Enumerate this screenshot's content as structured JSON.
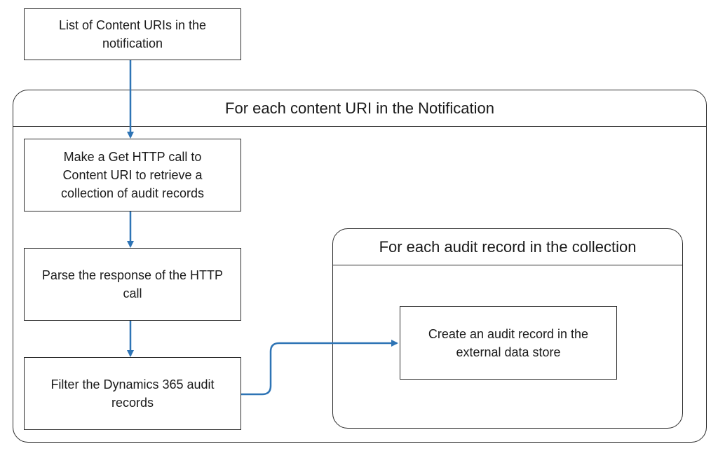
{
  "diagram": {
    "accent_color": "#2e74b5",
    "top_box": "List of Content URIs in the\nnotification",
    "outer_loop": {
      "title": "For each content URI in the Notification",
      "step_get": "Make a Get HTTP call to\nContent URI to retrieve a\ncollection of audit records",
      "step_parse": "Parse the response of the HTTP\ncall",
      "step_filter": "Filter the Dynamics 365 audit\nrecords"
    },
    "inner_loop": {
      "title": "For each audit record in the collection",
      "step_create": "Create an audit record in the\nexternal data store"
    }
  }
}
